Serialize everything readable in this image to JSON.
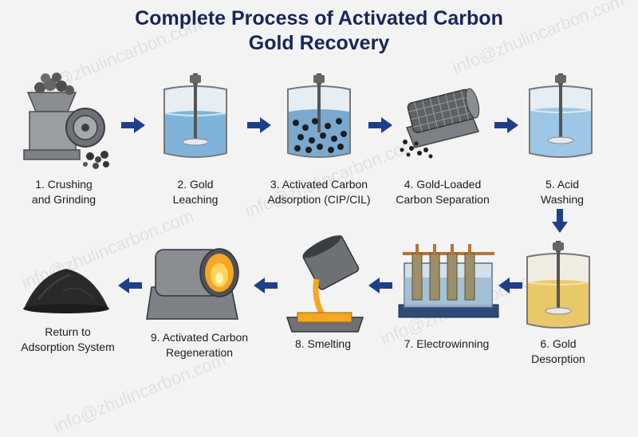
{
  "title": {
    "line1": "Complete Process of Activated Carbon",
    "line2": "Gold Recovery"
  },
  "watermark": "info@zhulincarbon.com",
  "steps": [
    {
      "line1": "1. Crushing",
      "line2": "and Grinding"
    },
    {
      "line1": "2. Gold",
      "line2": "Leaching"
    },
    {
      "line1": "3. Activated Carbon",
      "line2": "Adsorption (CIP/CIL)"
    },
    {
      "line1": "4. Gold-Loaded",
      "line2": "Carbon Separation"
    },
    {
      "line1": "5. Acid",
      "line2": "Washing"
    },
    {
      "line1": "6. Gold",
      "line2": "Desorption"
    },
    {
      "line1": "7. Electrowinning",
      "line2": ""
    },
    {
      "line1": "8. Smelting",
      "line2": ""
    },
    {
      "line1": "9. Activated Carbon",
      "line2": "Regeneration"
    },
    {
      "line1": "Return to",
      "line2": "Adsorption System"
    }
  ],
  "colors": {
    "title": "#16265a",
    "arrow": "#1f3f8a",
    "water_blue": "#7fb3d9",
    "gold_liquid": "#e9c86a",
    "molten_gold": "#f5a623",
    "carbon": "#2a2a2a",
    "steel": "#8a8d92"
  },
  "icons": [
    "crusher-icon",
    "leaching-tank-icon",
    "adsorption-tank-icon",
    "trommel-screen-icon",
    "acid-wash-tank-icon",
    "desorption-tank-icon",
    "electrowinning-cell-icon",
    "smelting-crucible-icon",
    "regeneration-kiln-icon",
    "carbon-pile-icon"
  ]
}
